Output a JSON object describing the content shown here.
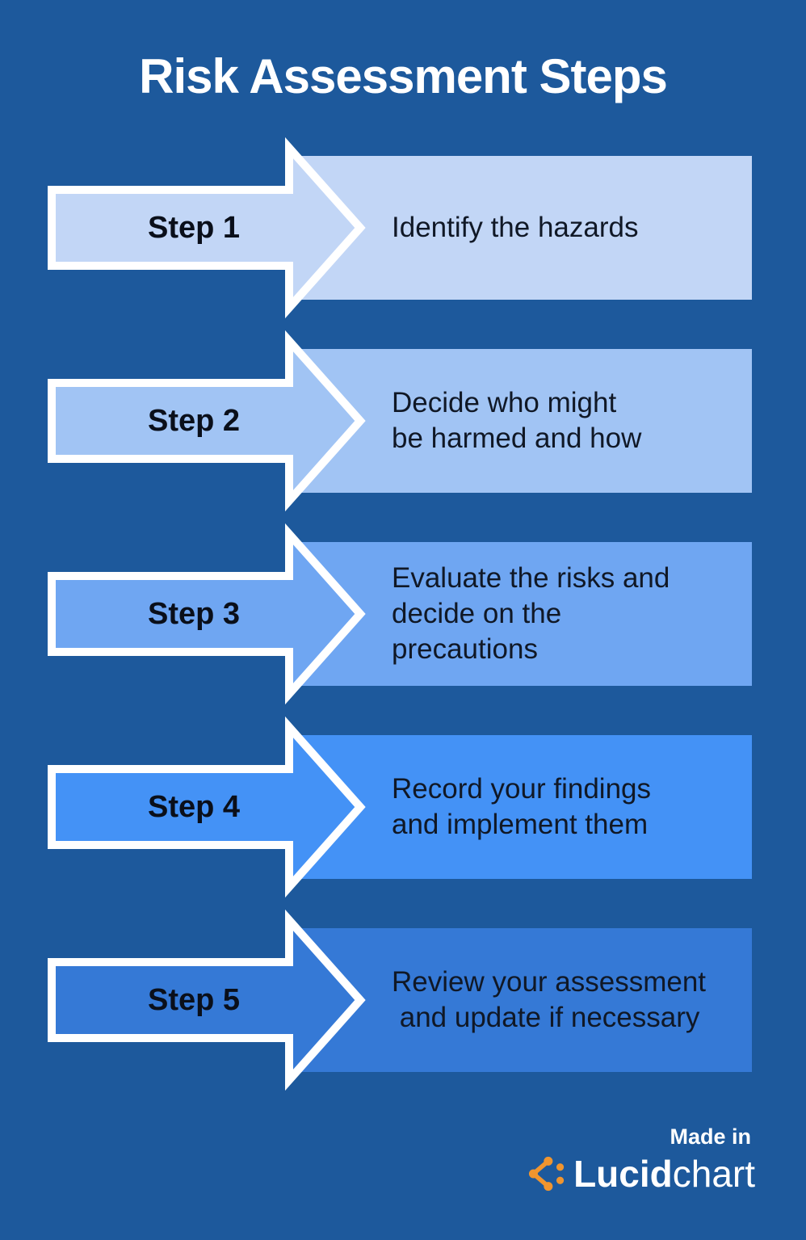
{
  "page": {
    "title": "Risk Assessment Steps"
  },
  "steps": [
    {
      "label": "Step 1",
      "description": "Identify the hazards",
      "fill": "#c2d6f6"
    },
    {
      "label": "Step 2",
      "description": "Decide who might\nbe harmed and how",
      "fill": "#a1c4f4"
    },
    {
      "label": "Step 3",
      "description": "Evaluate the risks and\ndecide on the\nprecautions",
      "fill": "#6fa6f2"
    },
    {
      "label": "Step 4",
      "description": "Record your findings\nand implement them",
      "fill": "#4492f6"
    },
    {
      "label": "Step 5",
      "description": "Review your assessment\n and update if necessary",
      "fill": "#3579d6"
    }
  ],
  "footer": {
    "made_in": "Made in",
    "brand_bold": "Lucid",
    "brand_light": "chart"
  },
  "colors": {
    "background": "#1d599c",
    "title_text": "#ffffff",
    "step_text": "#0a0f1a",
    "description_text": "#101826",
    "arrow_outline": "#ffffff",
    "logo_orange": "#f0952f"
  }
}
